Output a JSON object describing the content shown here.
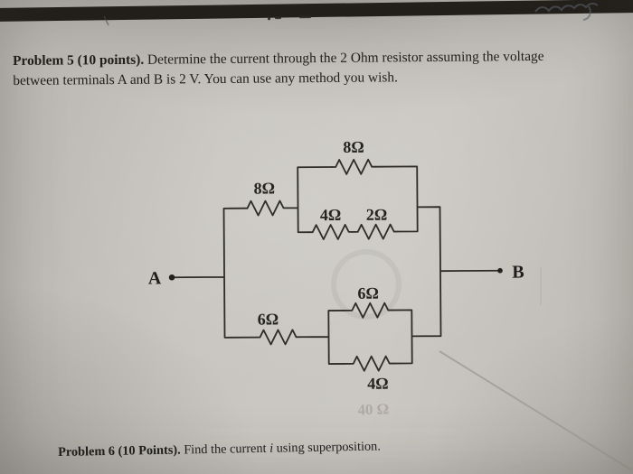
{
  "problem5": {
    "title": "Problem 5 (10 points).",
    "line1_rest": " Determine the current through the 2 Ohm resistor assuming the voltage",
    "line2": "between terminals A and B is 2 V. You can use any method you wish."
  },
  "circuit": {
    "terminal_left": "A",
    "terminal_right": "B",
    "labels": {
      "top_series": "8Ω",
      "top_parallel_upper": "8Ω",
      "top_parallel_lower_left": "4Ω",
      "top_parallel_lower_right": "2Ω",
      "bottom_series": "6Ω",
      "bottom_parallel_upper": "6Ω",
      "bottom_parallel_lower": "4Ω"
    },
    "ghost_text": "40 Ω"
  },
  "problem6": {
    "title": "Problem 6 (10 Points).",
    "body_before_var": " Find the current ",
    "variable": "i",
    "body_after_var": " using superposition."
  },
  "colors": {
    "ink": "#2e2c28",
    "paper": "#c8c5c0",
    "dark_strip": "#211e19"
  }
}
